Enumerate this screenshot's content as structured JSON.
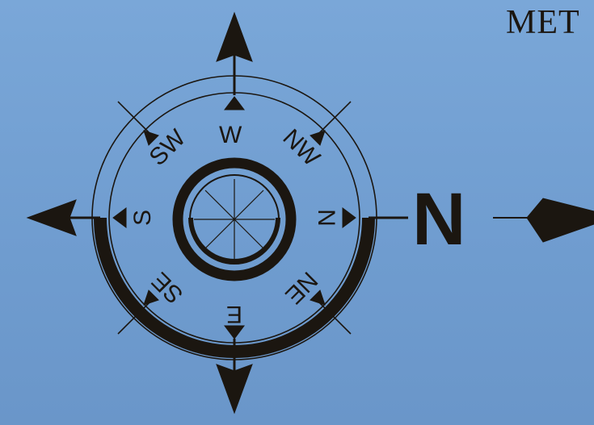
{
  "header": {
    "text": "MET"
  },
  "compass": {
    "labels": {
      "w": "W",
      "nw": "NW",
      "n": "N",
      "ne": "NE",
      "e": "E",
      "se": "SE",
      "s": "S",
      "sw": "SW",
      "big_n": "N"
    }
  },
  "colors": {
    "background": "#7aa6d6",
    "ink": "#1b1610"
  }
}
